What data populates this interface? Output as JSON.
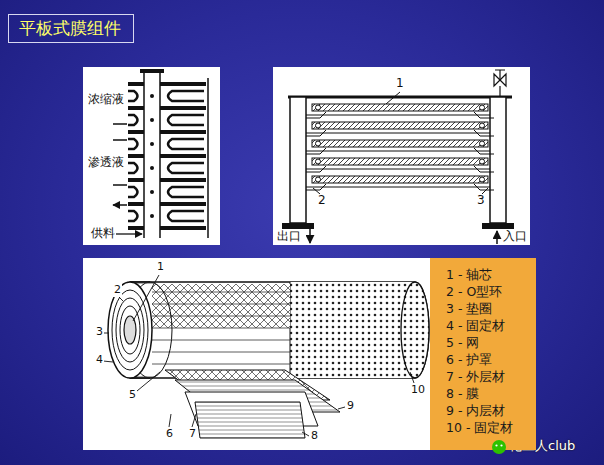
{
  "diagram": {
    "title": "平板式膜组件",
    "nodes": [
      {
        "text": [
          "1 - 轴芯",
          "2 - O型环",
          "3 - 垫圈",
          "4 - 固定材",
          "5 - 网",
          "6 - 护罩",
          "7 - 外层材",
          "8 - 膜",
          "9 - 内层材",
          "10 - 固定材"
        ]
      }
    ],
    "labels": [
      "浓缩液",
      "渗透液",
      "供料",
      "1",
      "2",
      "3",
      "出口",
      "入口",
      "1",
      "2",
      "3",
      "4",
      "5",
      "6",
      "7",
      "8",
      "9",
      "10",
      "化工人club"
    ]
  }
}
